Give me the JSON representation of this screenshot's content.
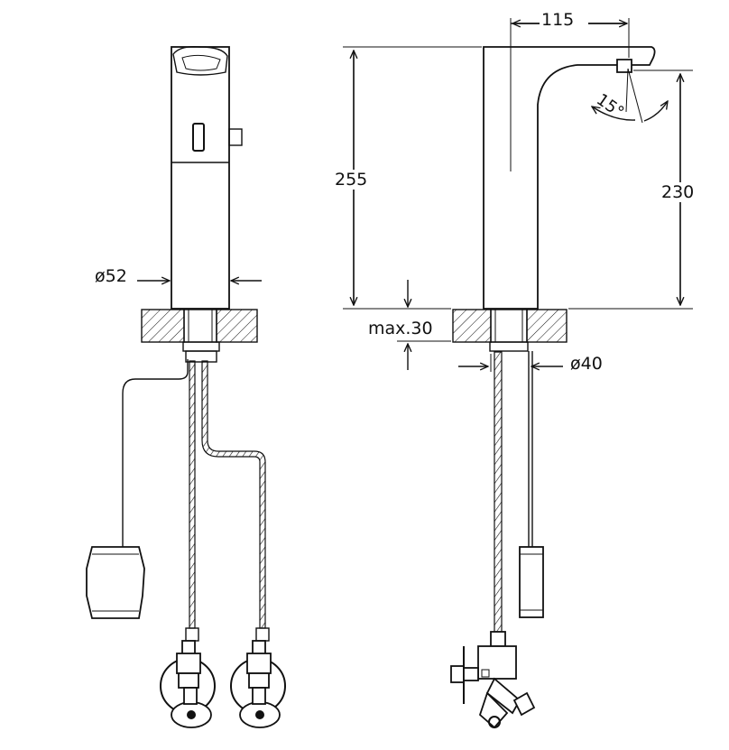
{
  "dimensions": {
    "spout_reach": "115",
    "angle": "15°",
    "total_height": "255",
    "spout_height": "230",
    "body_diameter": "ø52",
    "max_thickness": "max.30",
    "hole_diameter": "ø40"
  }
}
